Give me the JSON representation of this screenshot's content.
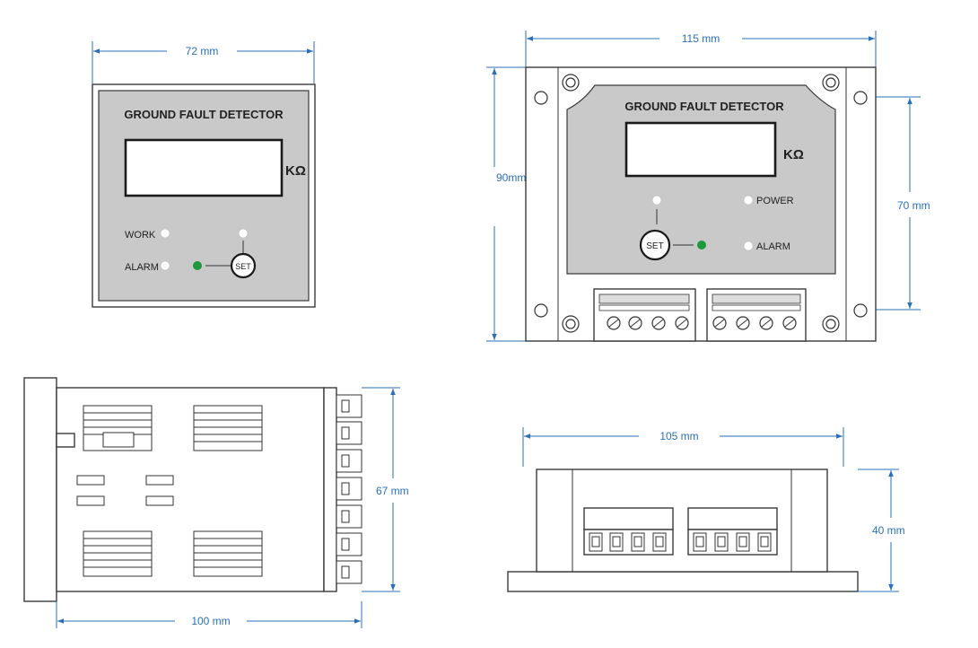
{
  "front_view": {
    "title": "GROUND FAULT DETECTOR",
    "unit": "KΩ",
    "work_label": "WORK",
    "alarm_label": "ALARM",
    "set_label": "SET",
    "width_dim": "72 mm"
  },
  "mount_view": {
    "title": "GROUND FAULT DETECTOR",
    "unit": "KΩ",
    "power_label": "POWER",
    "alarm_label": "ALARM",
    "set_label": "SET",
    "width_dim": "115 mm",
    "height_dim": "90mm",
    "inner_dim": "70 mm"
  },
  "side_view": {
    "height_dim": "67 mm",
    "depth_dim": "100 mm"
  },
  "bottom_view": {
    "width_dim": "105 mm",
    "height_dim": "40 mm"
  },
  "colors": {
    "dimension": "#2a70b8",
    "led_green": "#1d9a3b",
    "panel_gray": "#c9c9c9"
  }
}
